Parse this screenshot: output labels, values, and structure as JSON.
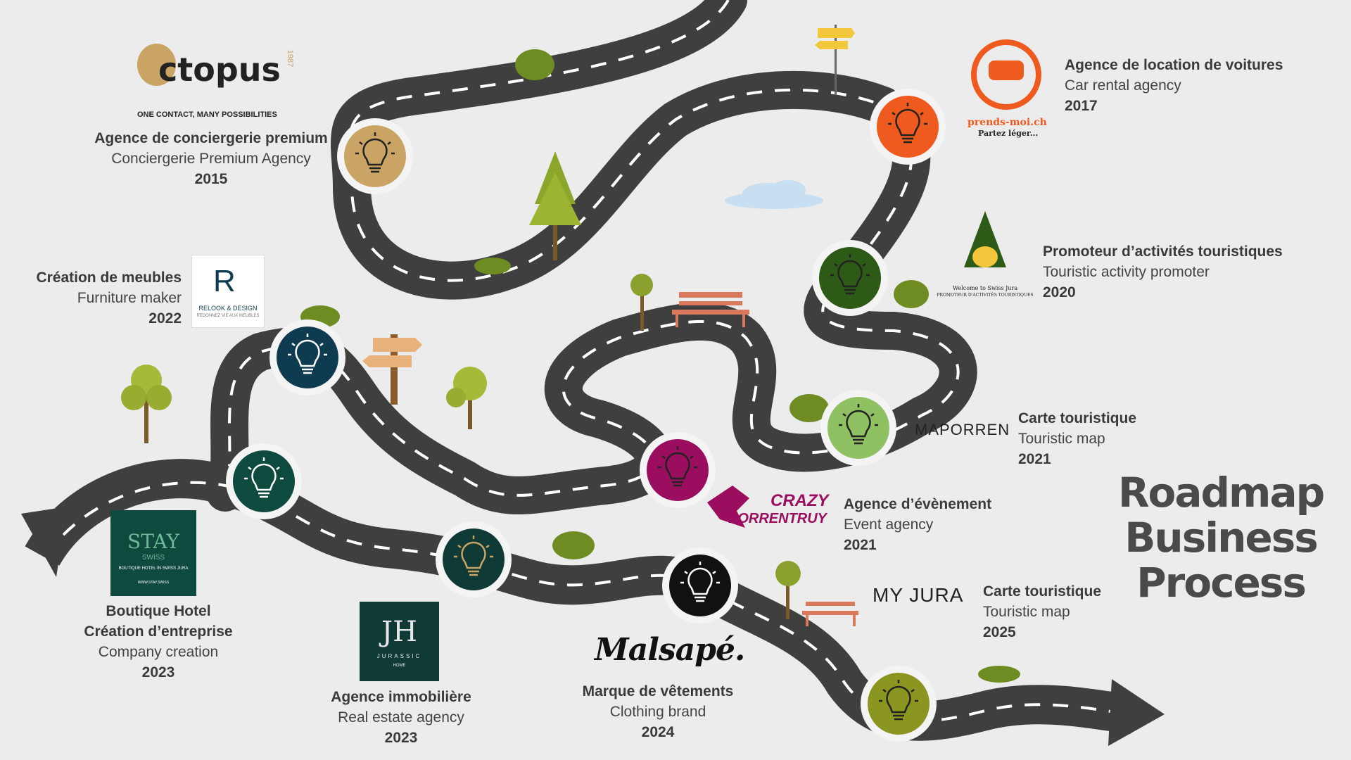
{
  "title": "Roadmap Business Process",
  "milestones": [
    {
      "fr": "Agence de conciergerie premium",
      "en": "Conciergerie Premium Agency",
      "year": "2015",
      "color": "#c9a465"
    },
    {
      "fr": "Agence de location de voitures",
      "en": "Car rental agency",
      "year": "2017",
      "color": "#ef5a1e"
    },
    {
      "fr": "Promoteur d’activités touristiques",
      "en": "Touristic activity promoter",
      "year": "2020",
      "color": "#2e5a17"
    },
    {
      "fr": "Carte touristique",
      "en": "Touristic map",
      "year": "2021",
      "color": "#8fc061"
    },
    {
      "fr": "Agence d’évènement",
      "en": "Event agency",
      "year": "2021",
      "color": "#9b0e5f"
    },
    {
      "fr": "Création de meubles",
      "en": "Furniture maker",
      "year": "2022",
      "color": "#0f3b50"
    },
    {
      "fr": "Boutique Hotel",
      "fr2": "Création d’entreprise",
      "en": "Company creation",
      "year": "2023",
      "color": "#0e4a3e"
    },
    {
      "fr": "Agence immobilière",
      "en": "Real estate agency",
      "year": "2023",
      "color": "#0f3a36"
    },
    {
      "fr": "Marque de vêtements",
      "en": "Clothing brand",
      "year": "2024",
      "color": "#111111"
    },
    {
      "fr": "Carte touristique",
      "en": "Touristic map",
      "year": "2025",
      "color": "#8b9620"
    }
  ],
  "logos": {
    "octopus": {
      "name": "ctopus",
      "year": "1987",
      "tagline": "ONE CONTACT, MANY POSSIBILITIES"
    },
    "prends": {
      "name": "prends-moi.ch",
      "tagline": "Partez léger..."
    },
    "swissjura": {
      "line1": "Welcome to Swiss Jura",
      "line2": "PROMOTEUR D'ACTIVITÉS TOURISTIQUES"
    },
    "maporren": {
      "name": "MAPORREN"
    },
    "crazy": {
      "line1": "CRAZY",
      "line2": "PORRENTRUY"
    },
    "relook": {
      "name": "RELOOK & DESIGN",
      "tagline": "REDONNEZ VIE AUX MEUBLES"
    },
    "stay": {
      "name": "STAY",
      "sub": "SWISS",
      "tagline": "BOUTIQUE HOTEL IN SWISS JURA",
      "url": "WWW.STAY.SWISS"
    },
    "jurassic": {
      "mark": "JH",
      "name": "JURASSIC",
      "sub": "HOME"
    },
    "malsape": {
      "name": "Malsapé."
    },
    "myjura": {
      "name": "MY JURA"
    }
  },
  "icons": {
    "milestone": "lightbulb-icon"
  }
}
